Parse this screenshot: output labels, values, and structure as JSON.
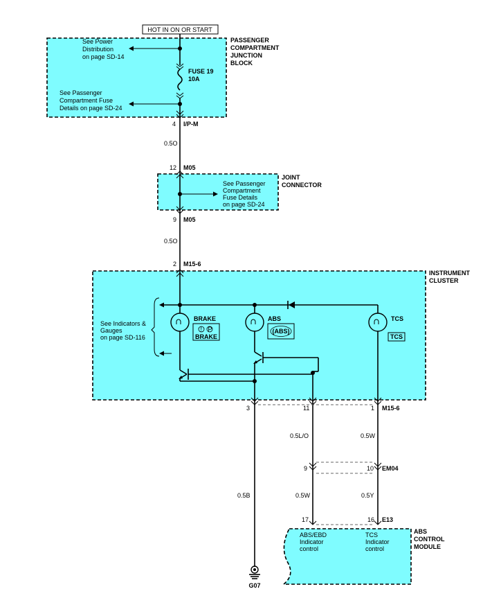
{
  "power_label": "HOT IN ON OR START",
  "pcjb": {
    "title": [
      "PASSENGER",
      "COMPARTMENT",
      "JUNCTION",
      "BLOCK"
    ],
    "ref_power": [
      "See Power",
      "Distribution",
      "on page SD-14"
    ],
    "fuse": [
      "FUSE 19",
      "10A"
    ],
    "ref_fuse": [
      "See Passenger",
      "Compartment Fuse",
      "Details on page SD-24"
    ]
  },
  "wires": {
    "ipm_pin": "4",
    "ipm_conn": "I/P-M",
    "w1": "0.5O",
    "m05_in_pin": "12",
    "m05_in_conn": "M05",
    "m05_out_pin": "9",
    "m05_out_conn": "M05",
    "w2": "0.5O",
    "m156_in_pin": "2",
    "m156_in_conn": "M15-6",
    "pin3": "3",
    "pin11": "11",
    "pin1": "1",
    "m156_out_conn": "M15-6",
    "w_lo": "0.5L/O",
    "w_w1": "0.5W",
    "pin9": "9",
    "pin10": "10",
    "em04_conn": "EM04",
    "w_b": "0.5B",
    "w_w2": "0.5W",
    "w_y": "0.5Y",
    "pin17": "17",
    "pin16": "16",
    "e13_conn": "E13",
    "ground": "G07"
  },
  "joint": {
    "title": [
      "JOINT",
      "CONNECTOR"
    ],
    "ref": [
      "See Passenger",
      "Compartment",
      "Fuse Details",
      "on page SD-24"
    ]
  },
  "cluster": {
    "title": [
      "INSTRUMENT",
      "CLUSTER"
    ],
    "ref": [
      "See Indicators &",
      "Gauges",
      "on page SD-116"
    ],
    "brake_label": "BRAKE",
    "brake_icon_text": "BRAKE",
    "abs_label": "ABS",
    "abs_icon_text": "(ABS)",
    "tcs_label": "TCS",
    "tcs_icon_text": "TCS"
  },
  "abs_module": {
    "title": [
      "ABS",
      "CONTROL",
      "MODULE"
    ],
    "abs_ebd": [
      "ABS/EBD",
      "Indicator",
      "control"
    ],
    "tcs": [
      "TCS",
      "Indicator",
      "control"
    ]
  },
  "colors": {
    "box_fill": "#7ffcff"
  }
}
